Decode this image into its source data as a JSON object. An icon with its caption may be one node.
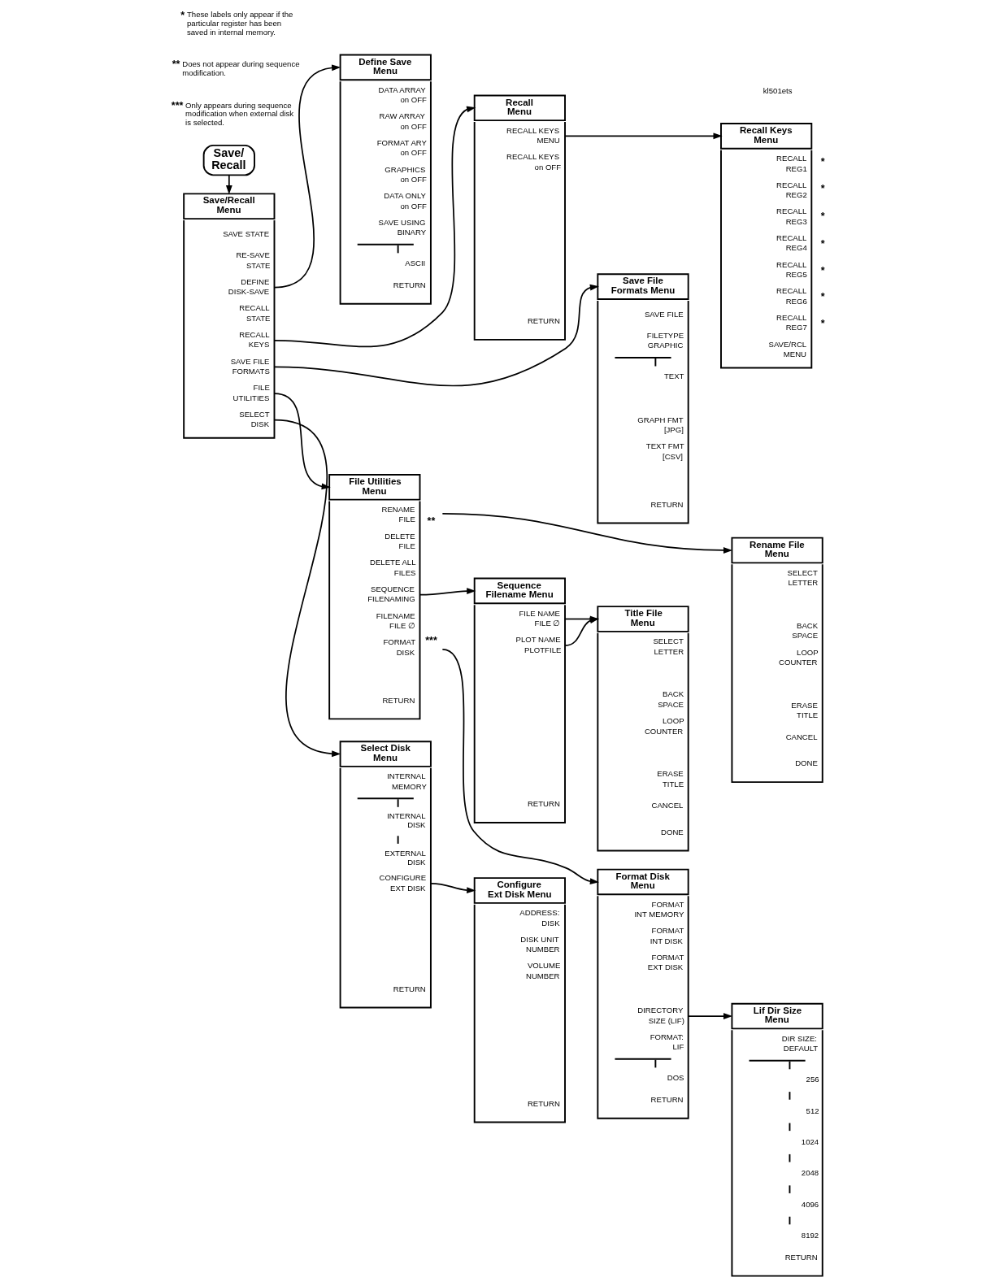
{
  "diagram": {
    "nodes": [
      {
        "text": [
          "Save/ Recall"
        ]
      },
      {
        "text": [
          "Save/Recall Menu",
          "SAVE STATE",
          "RE-SAVE STATE",
          "DEFINE DISK-SAVE",
          "RECALL STATE",
          "RECALL KEYS",
          "SAVE FILE FORMATS",
          "FILE UTILITIES",
          "SELECT DISK"
        ]
      },
      {
        "text": [
          "Define Save Menu",
          "DATA ARRAY on OFF",
          "RAW ARRAY on OFF",
          "FORMAT ARY on OFF",
          "GRAPHICS on OFF",
          "DATA ONLY on OFF",
          "SAVE USING BINARY",
          "ASCII",
          "RETURN"
        ]
      },
      {
        "text": [
          "Recall Menu",
          "RECALL KEYS MENU",
          "RECALL KEYS on OFF",
          "RETURN"
        ]
      },
      {
        "text": [
          "Save File Formats Menu",
          "SAVE FILE",
          "FILETYPE GRAPHIC",
          "TEXT",
          "GRAPH FMT [JPG]",
          "TEXT FMT [CSV]",
          "RETURN"
        ]
      },
      {
        "text": [
          "Recall Keys Menu",
          "RECALL REG1",
          "RECALL REG2",
          "RECALL REG3",
          "RECALL REG4",
          "RECALL REG5",
          "RECALL REG6",
          "RECALL REG7",
          "SAVE/RCL MENU"
        ],
        "beside": [
          "*",
          "*",
          "*",
          "*",
          "*",
          "*",
          "*"
        ]
      },
      {
        "text": [
          "File Utilities Menu",
          "RENAME FILE",
          "DELETE FILE",
          "DELETE ALL FILES",
          "SEQUENCE FILENAMING",
          "FILENAME FILE ∅",
          "FORMAT DISK",
          "RETURN"
        ],
        "beside": [
          "**",
          "***"
        ]
      },
      {
        "text": [
          "Sequence Filename Menu",
          "FILE NAME FILE ∅",
          "PLOT NAME PLOTFILE",
          "RETURN"
        ]
      },
      {
        "text": [
          "Title File Menu",
          "SELECT LETTER",
          "BACK SPACE",
          "LOOP COUNTER",
          "ERASE TITLE",
          "CANCEL",
          "DONE"
        ]
      },
      {
        "text": [
          "Rename File Menu",
          "SELECT LETTER",
          "BACK SPACE",
          "LOOP COUNTER",
          "ERASE TITLE",
          "CANCEL",
          "DONE"
        ]
      },
      {
        "text": [
          "Select Disk Menu",
          "INTERNAL MEMORY",
          "INTERNAL DISK",
          "EXTERNAL DISK",
          "CONFIGURE EXT DISK",
          "RETURN"
        ]
      },
      {
        "text": [
          "Configure Ext Disk Menu",
          "ADDRESS: DISK",
          "DISK UNIT NUMBER",
          "VOLUME NUMBER",
          "RETURN"
        ]
      },
      {
        "text": [
          "Format Disk Menu",
          "FORMAT INT MEMORY",
          "FORMAT INT DISK",
          "FORMAT EXT DISK",
          "DIRECTORY SIZE (LIF)",
          "FORMAT: LIF",
          "DOS",
          "RETURN"
        ]
      },
      {
        "text": [
          "Lif Dir Size Menu",
          "DIR SIZE: DEFAULT",
          "256",
          "512",
          "1024",
          "2048",
          "4096",
          "8192",
          "RETURN"
        ]
      }
    ],
    "edges": [
      {
        "from": 0,
        "to": 1,
        "arrow": "to"
      },
      {
        "from": 1,
        "to": 2,
        "arrow": "to"
      },
      {
        "from": 1,
        "to": 3,
        "arrow": "to"
      },
      {
        "from": 1,
        "to": 4,
        "arrow": "to"
      },
      {
        "from": 3,
        "to": 5,
        "arrow": "to"
      },
      {
        "from": 1,
        "to": 6,
        "arrow": "to"
      },
      {
        "from": 6,
        "to": 9,
        "arrow": "to"
      },
      {
        "from": 6,
        "to": 7,
        "arrow": "to"
      },
      {
        "from": 7,
        "to": 8,
        "arrow": "to"
      },
      {
        "from": 7,
        "to": 8,
        "arrow": "to"
      },
      {
        "from": 1,
        "to": 10,
        "arrow": "to"
      },
      {
        "from": 6,
        "to": 12,
        "arrow": "to"
      },
      {
        "from": 10,
        "to": 11,
        "arrow": "to"
      },
      {
        "from": 12,
        "to": 13,
        "arrow": "to"
      }
    ],
    "labels": [
      "* These labels only appear if the particular register has been saved in internal memory.",
      "** Does not appear during sequence modification.",
      "*** Only appears during sequence modification when external disk is selected.",
      "kl501ets"
    ]
  }
}
